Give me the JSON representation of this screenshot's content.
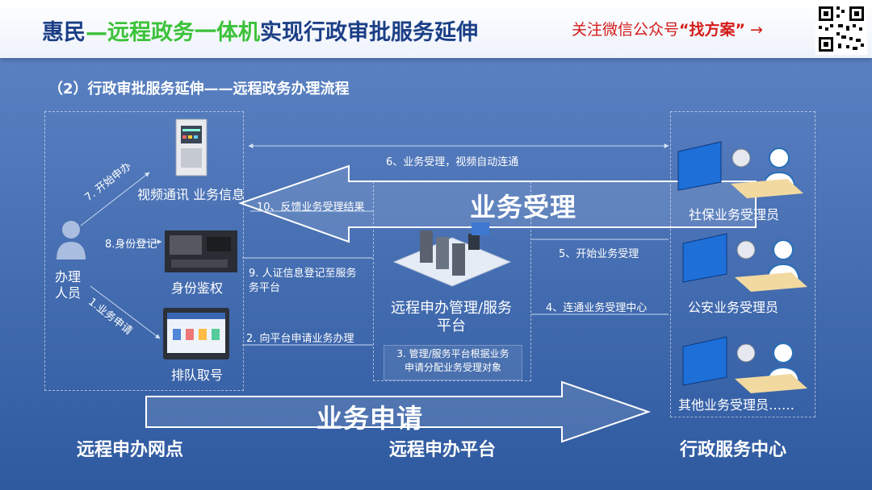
{
  "header": {
    "title_prefix": "惠民",
    "title_dash": "—",
    "title_highlight": "远程政务一体机",
    "title_suffix": "实现行政审批服务延伸",
    "follow_prefix": "关注微信公众号",
    "follow_name": "“找方案”",
    "follow_arrow": "→"
  },
  "subtitle": "（2）行政审批服务延伸——远程政务办理流程",
  "left_zone": {
    "section_label": "远程申办网点",
    "person_line1": "办理",
    "person_line2": "人员",
    "device_video_label": "视频通讯 业务信息",
    "device_id_label": "身份鉴权",
    "device_queue_label": "排队取号",
    "step7": "7. 开始申办",
    "step8": "8.身份登记",
    "step1": "1.业务申请"
  },
  "middle_zone": {
    "section_label": "远程申办平台",
    "platform_line1": "远程申办管理/服务",
    "platform_line2": "平台",
    "step6": "6、业务受理，视频自动连通",
    "step10": "10、反馈业务受理结果",
    "step9_line1": "9. 人证信息登记至服务",
    "step9_line2": "务平台",
    "step2": "2. 向平台申请业务办理",
    "step3_line1": "3. 管理/服务平台根据业务",
    "step3_line2": "申请分配业务受理对象",
    "step5": "5、开始业务受理",
    "step4": "4、连通业务受理中心"
  },
  "right_zone": {
    "section_label": "行政服务中心",
    "clerk1": "社保业务受理员",
    "clerk2": "公安业务受理员",
    "clerk3": "其他业务受理员……"
  },
  "arrows": {
    "accept_label": "业务受理",
    "apply_label": "业务申请"
  },
  "icons": {
    "person": "person-icon",
    "kiosk": "kiosk-icon",
    "id_reader": "id-reader-icon",
    "queue_screen": "queue-screen-icon",
    "server": "server-icon",
    "clerk_station": "clerk-workstation-icon",
    "qr": "qr-code-icon"
  },
  "colors": {
    "title_blue": "#1c3f86",
    "highlight_green": "#3cc23a",
    "follow_red": "#d51b1b"
  }
}
